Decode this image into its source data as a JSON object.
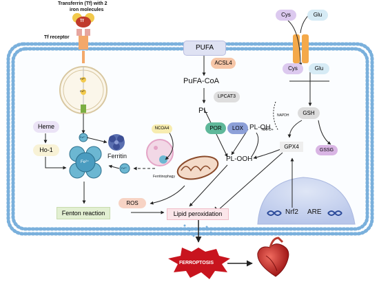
{
  "transferrin": {
    "title": "Transferrin (Tf) with 2",
    "title2": "iron molecules",
    "tf": "Tf",
    "receptor": "Tf receptor"
  },
  "iron": {
    "fe3": "Fe³⁺",
    "fe2": "Fe²⁺"
  },
  "nodes": {
    "pufa": "PUFA",
    "acsl4": "ACSL4",
    "pufa_coa": "PuFA-CoA",
    "lpcat3": "LPCAT3",
    "pl": "PL",
    "por": "POR",
    "lox": "LOX",
    "pl_oh": "PL-OH",
    "pl_ooh": "PL-OOH",
    "cys_out": "Cys",
    "glu_out": "Glu",
    "cys_in": "Cys",
    "glu_in": "Glu",
    "gsh": "GSH",
    "napdh": "NAPDH",
    "napd_plus": "NAPD+",
    "gpx4": "GPX4",
    "gssg": "GSSG",
    "heme": "Heme",
    "ho1": "Ho-1",
    "ferritin": "Ferritin",
    "ncoa4": "NCOA4",
    "ferritinophagy": "Ferritinophagy",
    "ros": "ROS",
    "fenton": "Fenton reaction",
    "lipid_perox": "Lipid peroxidation",
    "nrf2": "Nrf2",
    "are": "ARE",
    "ferroptosis": "FERROPTOSIS"
  },
  "colors": {
    "membrane": "#7ab0dc",
    "pufa_fill": "#dfe2f3",
    "acsl4_fill": "#f6c6a7",
    "lpcat3_fill": "#dedede",
    "por_fill": "#5fb89a",
    "lox_fill": "#8da0d8",
    "gsh_fill": "#dcdcdc",
    "gpx4_fill": "#eeeeee",
    "gssg_fill": "#d9b5e4",
    "cys_fill": "#dcc9ef",
    "glu_fill": "#d6ebf5",
    "heme_fill": "#ebe3f6",
    "ho1_fill": "#f8f2d6",
    "fenton_fill": "#e2efd2",
    "lipid_fill": "#fbe6ea",
    "ros_fill": "#f7d3c4",
    "nucleus": "#cdd6ef",
    "ferroptosis": "#c8141e",
    "iron_blue": "#6cb7d2",
    "ferritin": "#5a6fb0"
  },
  "icons": [
    "transferrin-icon",
    "endosome-icon",
    "ferritin-icon",
    "mitochondria-icon",
    "heart-icon",
    "dna-icon",
    "lysosome-icon"
  ]
}
